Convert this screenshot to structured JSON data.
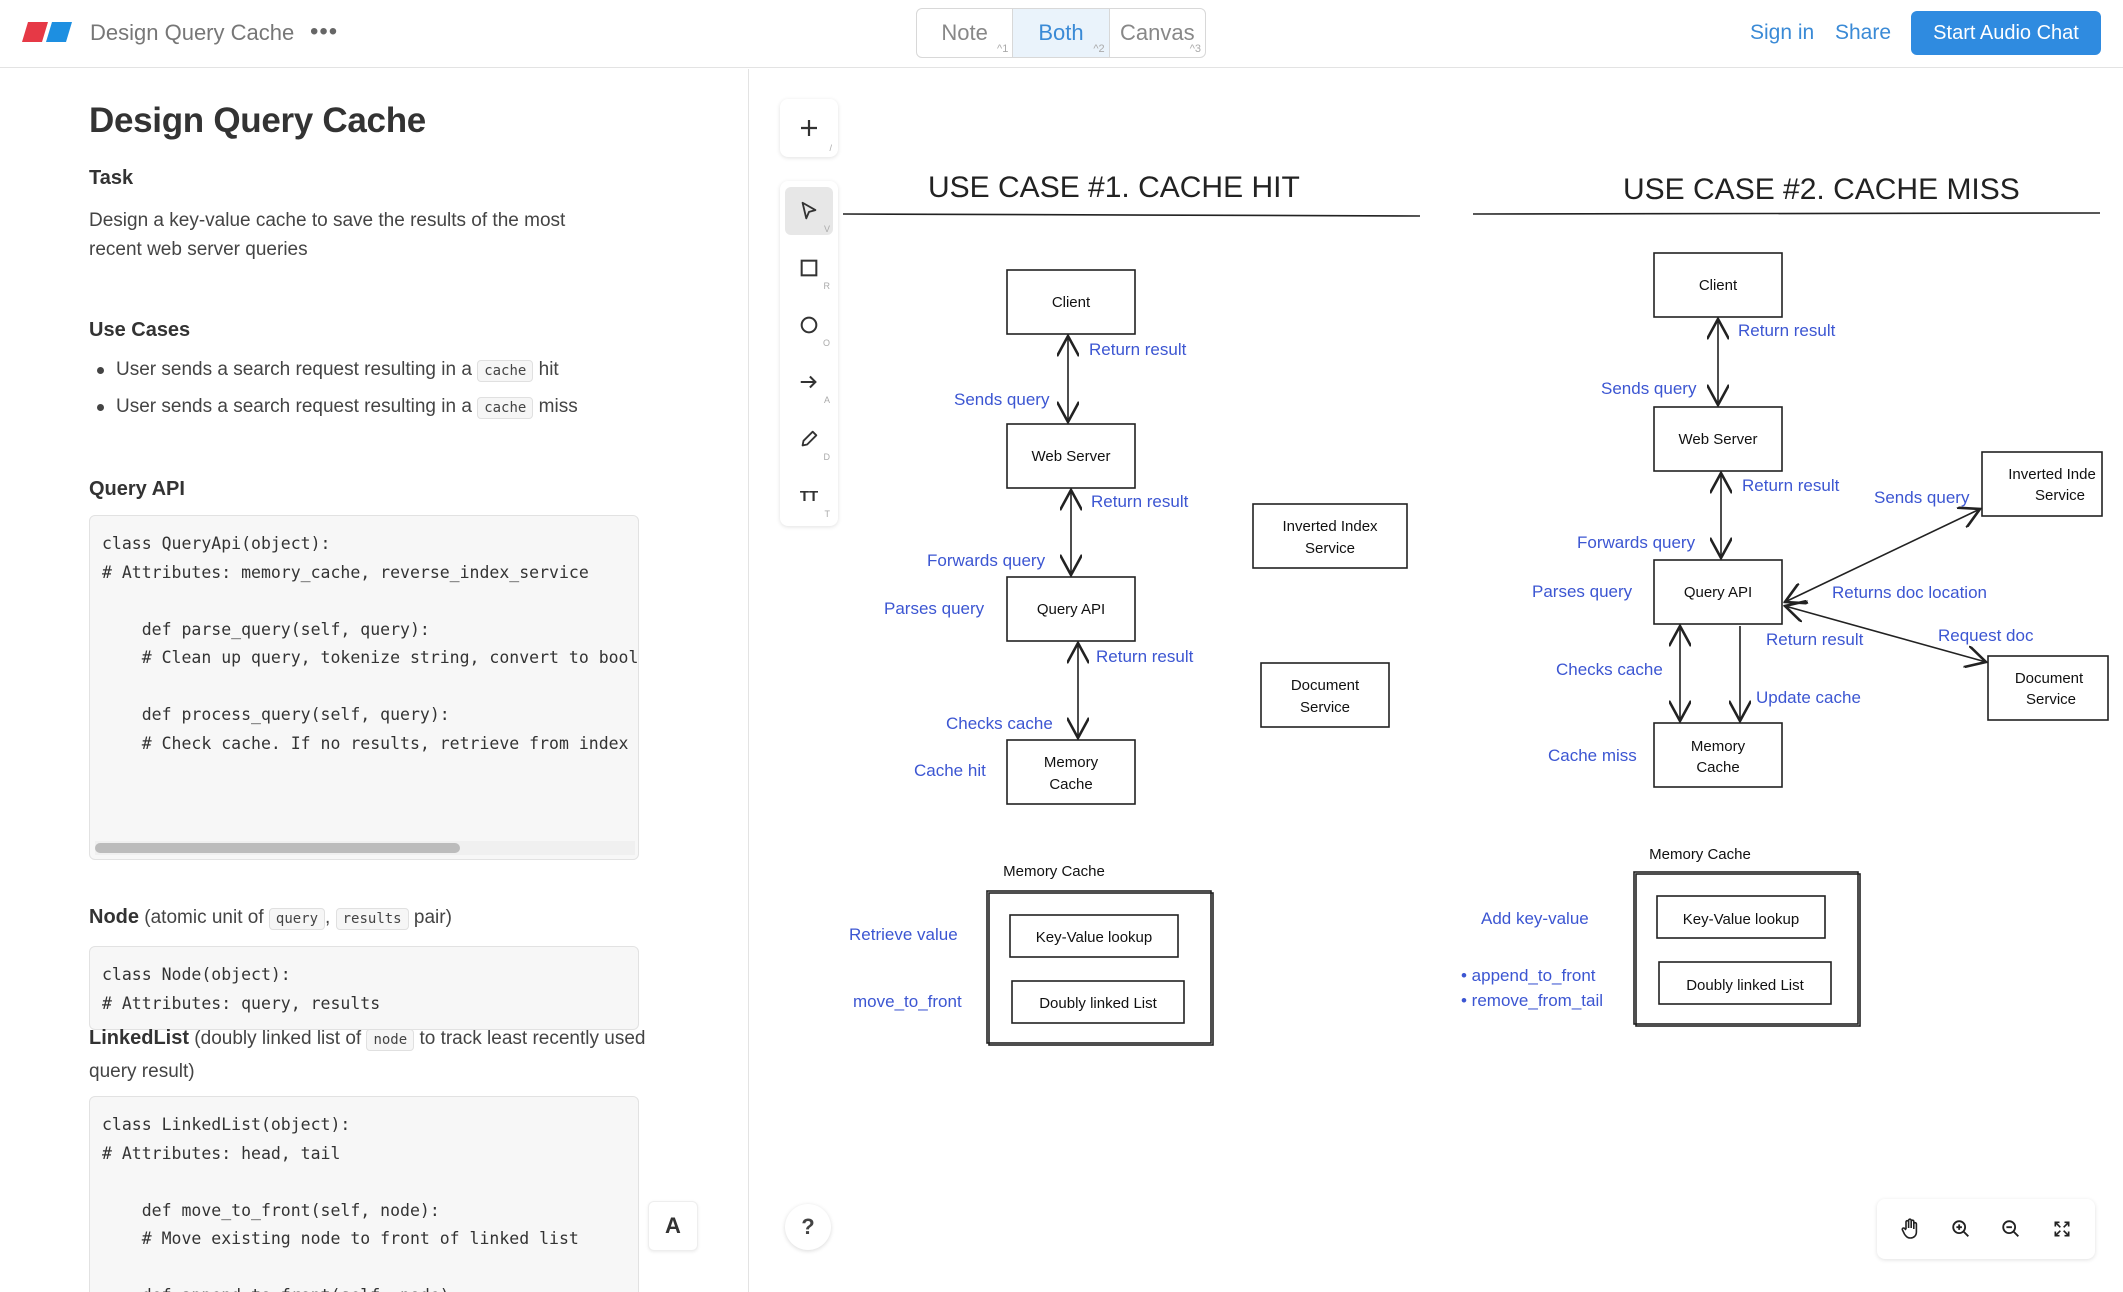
{
  "header": {
    "doc_title": "Design Query Cache",
    "more": "•••",
    "views": [
      {
        "label": "Note",
        "kbd": "^1"
      },
      {
        "label": "Both",
        "kbd": "^2"
      },
      {
        "label": "Canvas",
        "kbd": "^3"
      }
    ],
    "sign_in": "Sign in",
    "share": "Share",
    "audio_chat": "Start Audio Chat",
    "accent_color": "#2f8be0"
  },
  "note": {
    "title": "Design Query Cache",
    "task_heading": "Task",
    "task_text": "Design a key-value cache to save the results of the most recent web server queries",
    "use_cases_heading": "Use Cases",
    "use_cases": [
      {
        "pre": "User sends a search request resulting in a",
        "code": "cache",
        "post": "hit"
      },
      {
        "pre": "User sends a search request resulting in a",
        "code": "cache",
        "post": "miss"
      }
    ],
    "query_api_heading": "Query API",
    "query_api_code": "class QueryApi(object):\n# Attributes: memory_cache, reverse_index_service\n\n    def parse_query(self, query):\n    # Clean up query, tokenize string, convert to bool\n\n    def process_query(self, query):\n    # Check cache. If no results, retrieve from index",
    "node_heading": "Node",
    "node_desc_pre": "(atomic unit of",
    "node_code_a": "query",
    "node_sep": ",",
    "node_code_b": "results",
    "node_desc_post": "pair)",
    "node_code": "class Node(object):\n# Attributes: query, results",
    "linkedlist_heading": "LinkedList",
    "linkedlist_desc_pre": "(doubly linked list of",
    "linkedlist_code_inline": "node",
    "linkedlist_desc_post": "to track least recently used query result)",
    "linkedlist_code": "class LinkedList(object):\n# Attributes: head, tail\n\n    def move_to_front(self, node):\n    # Move existing node to front of linked list\n\n    def append_to_front(self, node):",
    "font_button": "A"
  },
  "canvas": {
    "tool_keys": {
      "add": "/",
      "select": "V",
      "rect": "R",
      "ellipse": "O",
      "arrow": "A",
      "pen": "D",
      "text": "T"
    },
    "text_tool_label": "TT",
    "help": "?",
    "label_color": "#3c56d2",
    "case1": {
      "title": "USE CASE #1. CACHE HIT",
      "client": "Client",
      "web_server": "Web Server",
      "query_api": "Query API",
      "memory_cache": [
        "Memory",
        "Cache"
      ],
      "inverted_index": [
        "Inverted Index",
        "Service"
      ],
      "document_service": [
        "Document",
        "Service"
      ],
      "labels": {
        "return1": "Return result",
        "sends_query": "Sends query",
        "return2": "Return result",
        "forwards_query": "Forwards query",
        "parses_query": "Parses query",
        "return3": "Return result",
        "checks_cache": "Checks cache",
        "cache_hit": "Cache hit"
      },
      "mc_title": "Memory Cache",
      "kv_lookup": "Key-Value lookup",
      "dll": "Doubly linked List",
      "retrieve_value": "Retrieve value",
      "move_to_front": "move_to_front"
    },
    "case2": {
      "title": "USE CASE #2. CACHE MISS",
      "client": "Client",
      "web_server": "Web Server",
      "query_api": "Query API",
      "memory_cache": [
        "Memory",
        "Cache"
      ],
      "inverted_index": [
        "Inverted Inde",
        "Service"
      ],
      "document_service": [
        "Document",
        "Service"
      ],
      "labels": {
        "return1": "Return result",
        "sends_query": "Sends query",
        "return2": "Return result",
        "sends_query_right": "Sends query",
        "forwards_query": "Forwards query",
        "parses_query": "Parses query",
        "returns_doc_location": "Returns doc location",
        "return3": "Return result",
        "request_doc": "Request doc",
        "checks_cache": "Checks cache",
        "update_cache": "Update cache",
        "cache_miss": "Cache miss"
      },
      "mc_title": "Memory Cache",
      "kv_lookup": "Key-Value lookup",
      "dll": "Doubly linked List",
      "add_kv": "Add key-value",
      "append_to_front": "• append_to_front",
      "remove_from_tail": "• remove_from_tail"
    }
  }
}
